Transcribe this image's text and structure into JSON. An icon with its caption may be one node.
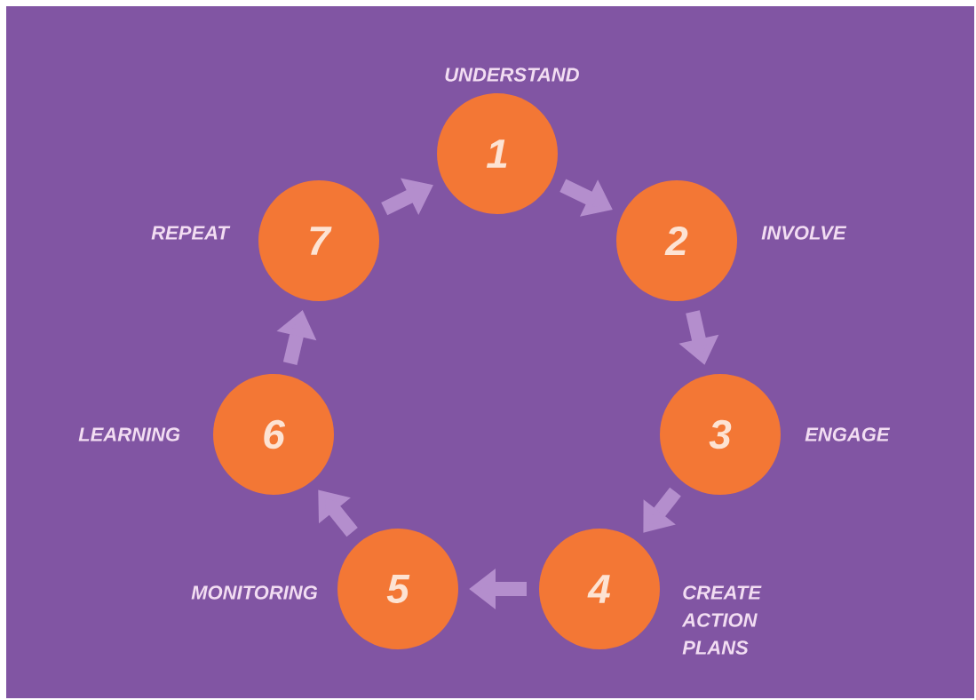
{
  "diagram": {
    "nodes": [
      {
        "text": [
          "1"
        ],
        "beside": [
          "UNDERSTAND"
        ]
      },
      {
        "text": [
          "2"
        ],
        "beside": [
          "INVOLVE"
        ]
      },
      {
        "text": [
          "3"
        ],
        "beside": [
          "ENGAGE"
        ]
      },
      {
        "text": [
          "4"
        ],
        "beside": [
          "CREATE ACTION PLANS"
        ]
      },
      {
        "text": [
          "5"
        ],
        "beside": [
          "MONITORING"
        ]
      },
      {
        "text": [
          "6"
        ],
        "beside": [
          "LEARNING"
        ]
      },
      {
        "text": [
          "7"
        ],
        "beside": [
          "REPEAT"
        ]
      }
    ],
    "edges": [
      {
        "from": 0,
        "to": 1,
        "arrow": "to"
      },
      {
        "from": 1,
        "to": 2,
        "arrow": "to"
      },
      {
        "from": 2,
        "to": 3,
        "arrow": "to"
      },
      {
        "from": 3,
        "to": 4,
        "arrow": "to"
      },
      {
        "from": 4,
        "to": 5,
        "arrow": "to"
      },
      {
        "from": 5,
        "to": 6,
        "arrow": "to"
      },
      {
        "from": 6,
        "to": 0,
        "arrow": "to"
      }
    ]
  }
}
